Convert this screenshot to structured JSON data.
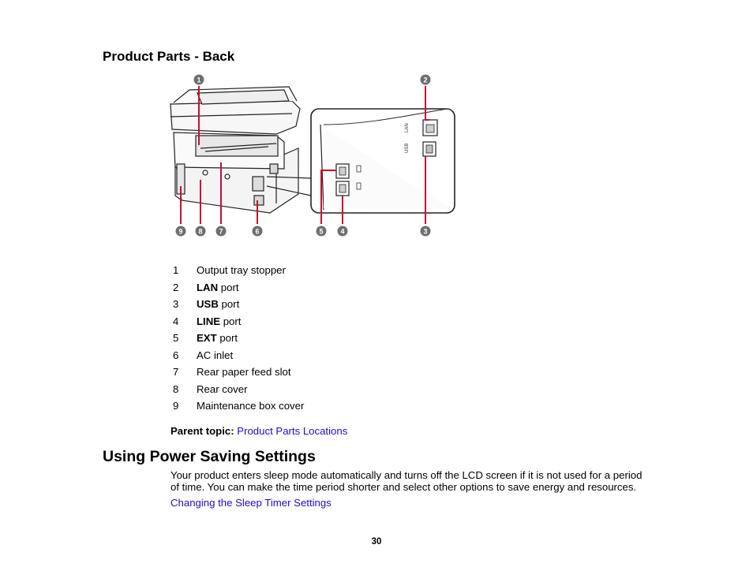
{
  "section": {
    "title": "Product Parts - Back"
  },
  "parts": [
    {
      "num": "1",
      "bold": "",
      "rest": "Output tray stopper"
    },
    {
      "num": "2",
      "bold": "LAN",
      "rest": " port"
    },
    {
      "num": "3",
      "bold": "USB",
      "rest": " port"
    },
    {
      "num": "4",
      "bold": "LINE",
      "rest": " port"
    },
    {
      "num": "5",
      "bold": "EXT",
      "rest": " port"
    },
    {
      "num": "6",
      "bold": "",
      "rest": "AC inlet"
    },
    {
      "num": "7",
      "bold": "",
      "rest": "Rear paper feed slot"
    },
    {
      "num": "8",
      "bold": "",
      "rest": "Rear cover"
    },
    {
      "num": "9",
      "bold": "",
      "rest": "Maintenance box cover"
    }
  ],
  "callouts": {
    "c1": "1",
    "c2": "2",
    "c3": "3",
    "c4": "4",
    "c5": "5",
    "c6": "6",
    "c7": "7",
    "c8": "8",
    "c9": "9"
  },
  "port_labels": {
    "lan": "LAN",
    "usb": "USB"
  },
  "parent_topic": {
    "label": "Parent topic:",
    "link": "Product Parts Locations"
  },
  "power": {
    "title": "Using Power Saving Settings",
    "line1": "Your product enters sleep mode automatically and turns off the LCD screen if it is not used for a period",
    "line2": "of time. You can make the time period shorter and select other options to save energy and resources.",
    "link": "Changing the Sleep Timer Settings"
  },
  "page_number": "30",
  "colors": {
    "callout_bg": "#6d6e71",
    "leader": "#c8102e",
    "link": "#1a0dd6"
  }
}
